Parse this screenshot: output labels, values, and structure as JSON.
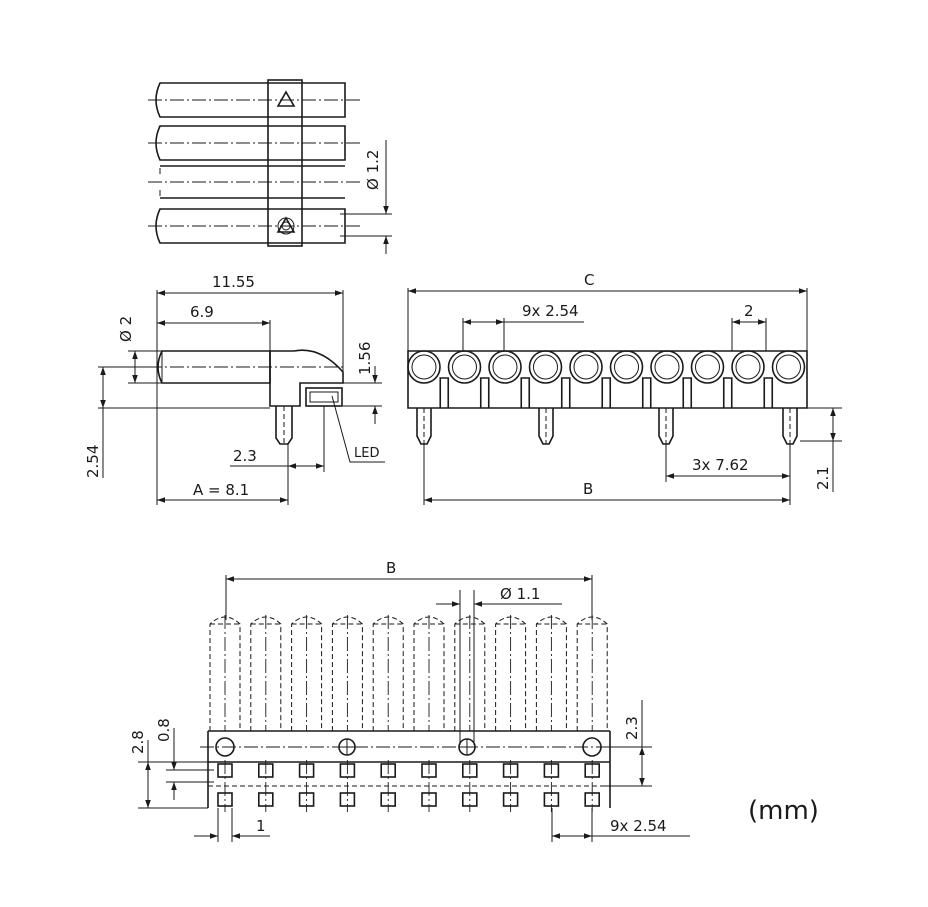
{
  "side_view": {
    "label_11_55": "11.55",
    "label_6_9": "6.9",
    "label_d2": "Ø 2",
    "label_1_56": "1.56",
    "label_2_54": "2.54",
    "label_2_3": "2.3",
    "label_a": "A = 8.1",
    "label_led": "LED"
  },
  "top_view": {
    "label_d1_2": "Ø 1.2"
  },
  "front_view": {
    "label_c": "C",
    "label_9x254": "9x 2.54",
    "label_2": "2",
    "label_3x762": "3x 7.62",
    "label_b": "B",
    "label_2_1": "2.1"
  },
  "bottom_view": {
    "label_b": "B",
    "label_d1_1": "Ø 1.1",
    "label_2_8": "2.8",
    "label_0_8": "0.8",
    "label_2_3": "2.3",
    "label_1": "1",
    "label_9x254": "9x 2.54"
  },
  "unit": "(mm)"
}
